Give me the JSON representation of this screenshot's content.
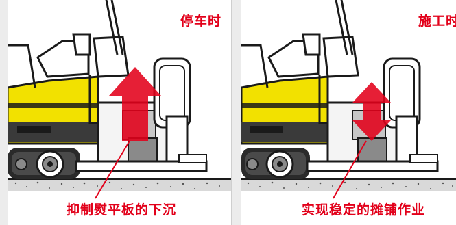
{
  "left_panel": {
    "mode_label": "停车时",
    "caption": "抑制熨平板的下沉"
  },
  "right_panel": {
    "mode_label": "施工时",
    "caption": "实现稳定的摊铺作业"
  },
  "colors": {
    "accent_red": "#e2001a",
    "machine_yellow": "#f2e100",
    "outline": "#1a1a1a",
    "screed_gray": "#8a8a8a",
    "ground": "#d9d9d9"
  }
}
